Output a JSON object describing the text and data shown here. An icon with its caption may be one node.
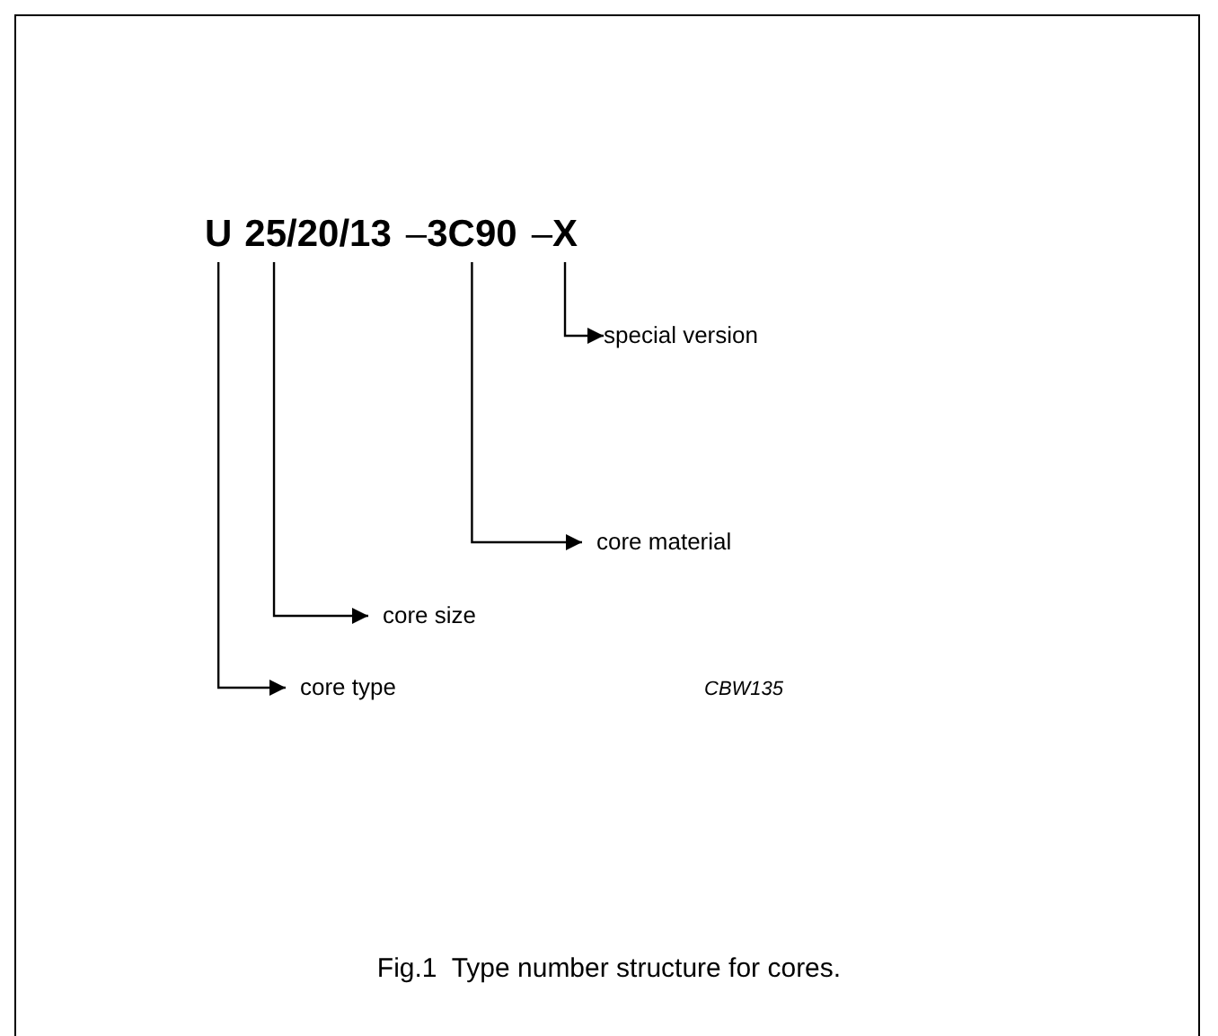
{
  "diagram": {
    "caption": "Fig.1  Type number structure for cores.",
    "nodes": [
      {
        "text": [
          "U"
        ]
      },
      {
        "text": [
          "25/20/13"
        ]
      },
      {
        "text": [
          "3C90"
        ]
      },
      {
        "text": [
          "X"
        ]
      },
      {
        "text": [
          "special version"
        ]
      },
      {
        "text": [
          "core material"
        ]
      },
      {
        "text": [
          "core size"
        ]
      },
      {
        "text": [
          "core type"
        ]
      }
    ],
    "edges": [
      {
        "from": 3,
        "to": 4,
        "arrow": "to"
      },
      {
        "from": 2,
        "to": 5,
        "arrow": "to"
      },
      {
        "from": 1,
        "to": 6,
        "arrow": "to"
      },
      {
        "from": 0,
        "to": 7,
        "arrow": "to"
      }
    ],
    "labels": [
      "–",
      "–",
      "CBW135"
    ]
  }
}
